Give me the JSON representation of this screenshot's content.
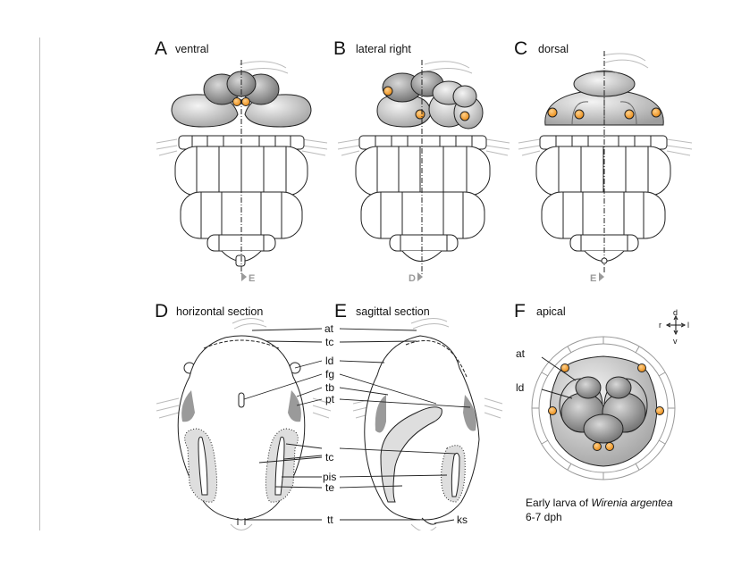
{
  "panels": [
    {
      "letter": "A",
      "title": "ventral",
      "view_marker": "E"
    },
    {
      "letter": "B",
      "title": "lateral right",
      "view_marker": "D"
    },
    {
      "letter": "C",
      "title": "dorsal",
      "view_marker": "E"
    },
    {
      "letter": "D",
      "title": "horizontal section"
    },
    {
      "letter": "E",
      "title": "sagittal section"
    },
    {
      "letter": "F",
      "title": "apical"
    }
  ],
  "labels": {
    "at": "at",
    "tc": "tc",
    "ld": "ld",
    "fg": "fg",
    "tb": "tb",
    "pt": "pt",
    "pis": "pis",
    "te": "te",
    "tt": "tt",
    "ks": "ks"
  },
  "axes": {
    "d": "d",
    "v": "v",
    "r": "r",
    "l": "l"
  },
  "caption": {
    "prefix": "Early larva of ",
    "species": "Wirenia argentea",
    "line2": "6-7 dph"
  },
  "colors": {
    "orange": "#f39a1e",
    "gray_dark": "#8c8c8c",
    "gray_mid": "#bdbdbd",
    "gray_shade": "#9a9a9a",
    "gray_light": "#dedede"
  }
}
